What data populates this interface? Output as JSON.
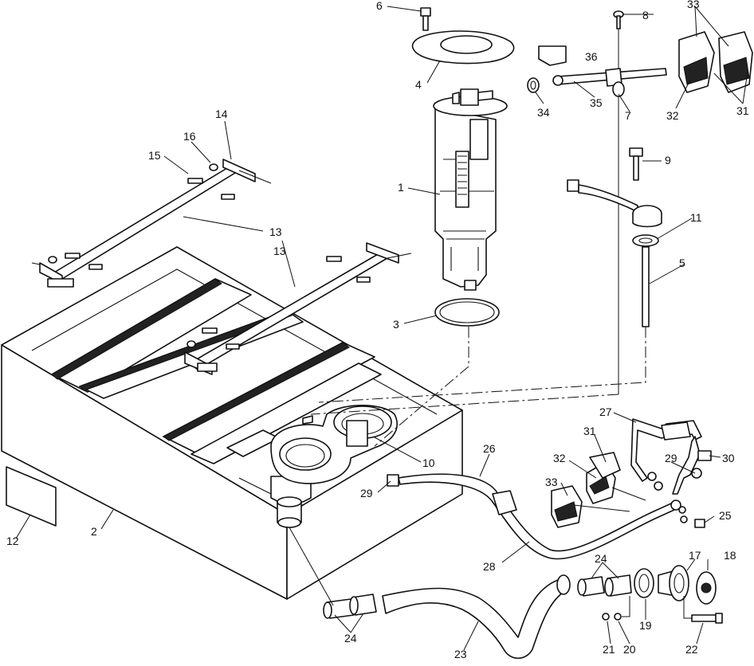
{
  "callouts": [
    {
      "id": "c1",
      "text": "1"
    },
    {
      "id": "c2",
      "text": "2"
    },
    {
      "id": "c3",
      "text": "3"
    },
    {
      "id": "c4",
      "text": "4"
    },
    {
      "id": "c5",
      "text": "5"
    },
    {
      "id": "c6",
      "text": "6"
    },
    {
      "id": "c7",
      "text": "7"
    },
    {
      "id": "c8",
      "text": "8"
    },
    {
      "id": "c9",
      "text": "9"
    },
    {
      "id": "c10",
      "text": "10"
    },
    {
      "id": "c11",
      "text": "11"
    },
    {
      "id": "c12",
      "text": "12"
    },
    {
      "id": "c13a",
      "text": "13"
    },
    {
      "id": "c13b",
      "text": "13"
    },
    {
      "id": "c14",
      "text": "14"
    },
    {
      "id": "c15",
      "text": "15"
    },
    {
      "id": "c16",
      "text": "16"
    },
    {
      "id": "c17",
      "text": "17"
    },
    {
      "id": "c18",
      "text": "18"
    },
    {
      "id": "c19",
      "text": "19"
    },
    {
      "id": "c20",
      "text": "20"
    },
    {
      "id": "c21",
      "text": "21"
    },
    {
      "id": "c22",
      "text": "22"
    },
    {
      "id": "c23",
      "text": "23"
    },
    {
      "id": "c24a",
      "text": "24"
    },
    {
      "id": "c24b",
      "text": "24"
    },
    {
      "id": "c25",
      "text": "25"
    },
    {
      "id": "c26",
      "text": "26"
    },
    {
      "id": "c27",
      "text": "27"
    },
    {
      "id": "c28",
      "text": "28"
    },
    {
      "id": "c29a",
      "text": "29"
    },
    {
      "id": "c29b",
      "text": "29"
    },
    {
      "id": "c30",
      "text": "30"
    },
    {
      "id": "c31a",
      "text": "31"
    },
    {
      "id": "c31b",
      "text": "31"
    },
    {
      "id": "c32a",
      "text": "32"
    },
    {
      "id": "c32b",
      "text": "32"
    },
    {
      "id": "c33a",
      "text": "33"
    },
    {
      "id": "c33b",
      "text": "33"
    },
    {
      "id": "c34",
      "text": "34"
    },
    {
      "id": "c35",
      "text": "35"
    },
    {
      "id": "c36",
      "text": "36"
    }
  ]
}
